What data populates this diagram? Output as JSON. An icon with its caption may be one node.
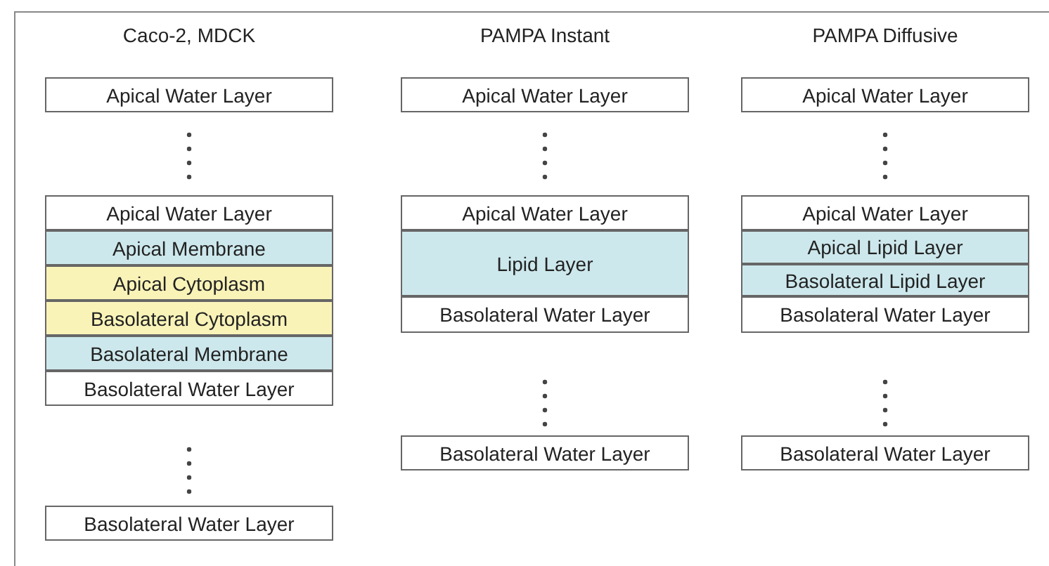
{
  "diagram": {
    "nodes": [
      {
        "text": [
          "Apical Water Layer"
        ]
      },
      {
        "text": [
          "Apical Water Layer"
        ]
      },
      {
        "text": [
          "Apical Membrane"
        ]
      },
      {
        "text": [
          "Apical Cytoplasm"
        ]
      },
      {
        "text": [
          "Basolateral Cytoplasm"
        ]
      },
      {
        "text": [
          "Basolateral Membrane"
        ]
      },
      {
        "text": [
          "Basolateral Water Layer"
        ]
      },
      {
        "text": [
          "Basolateral Water Layer"
        ]
      },
      {
        "text": [
          "Apical Water Layer"
        ]
      },
      {
        "text": [
          "Apical Water Layer"
        ]
      },
      {
        "text": [
          "Lipid Layer"
        ]
      },
      {
        "text": [
          "Basolateral Water Layer"
        ]
      },
      {
        "text": [
          "Basolateral Water Layer"
        ]
      },
      {
        "text": [
          "Apical Water Layer"
        ]
      },
      {
        "text": [
          "Apical Water Layer"
        ]
      },
      {
        "text": [
          "Apical Lipid Layer"
        ]
      },
      {
        "text": [
          "Basolateral Lipid Layer"
        ]
      },
      {
        "text": [
          "Basolateral Water Layer"
        ]
      },
      {
        "text": [
          "Basolateral Water Layer"
        ]
      }
    ],
    "labels": [
      "Caco-2, MDCK",
      "PAMPA Instant",
      "PAMPA Diffusive"
    ]
  }
}
